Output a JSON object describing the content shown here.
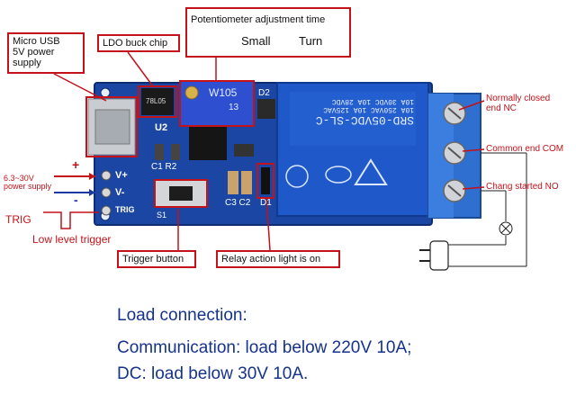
{
  "callouts": {
    "usb": [
      "Micro USB",
      "5V power",
      "supply"
    ],
    "ldo": "LDO buck chip",
    "pot_title": "Potentiometer adjustment time",
    "pot_small": "Small",
    "pot_turn": "Turn",
    "trigger_button": "Trigger button",
    "relay_light": "Relay action light is on"
  },
  "left_labels": {
    "plus": "+",
    "minus": "-",
    "supply": [
      "6.3~30V",
      "power supply"
    ],
    "trig": "TRIG",
    "low_level": "Low level trigger"
  },
  "right_labels": {
    "nc": [
      "Normally closed",
      "end NC"
    ],
    "com": "Common end COM",
    "no": "Chang started NO"
  },
  "board": {
    "u2": "U2",
    "chip": "78L05",
    "pot": "W105",
    "pot_sub": "13",
    "d2": "D2",
    "c1r2": "C1 R2",
    "c3c2": "C3 C2",
    "d1": "D1",
    "pin_vplus": "V+",
    "pin_vminus": "V-",
    "pin_trig": "TRIG",
    "s1": "S1",
    "relay_lines": [
      "SRD-05VDC-SL-C",
      "10A 250VAC 10A 125VAC",
      "10A 30VDC 10A 28VDC"
    ]
  },
  "load": {
    "title": "Load connection:",
    "line1": "Communication: load below 220V 10A;",
    "line2": "DC: load below 30V 10A."
  }
}
